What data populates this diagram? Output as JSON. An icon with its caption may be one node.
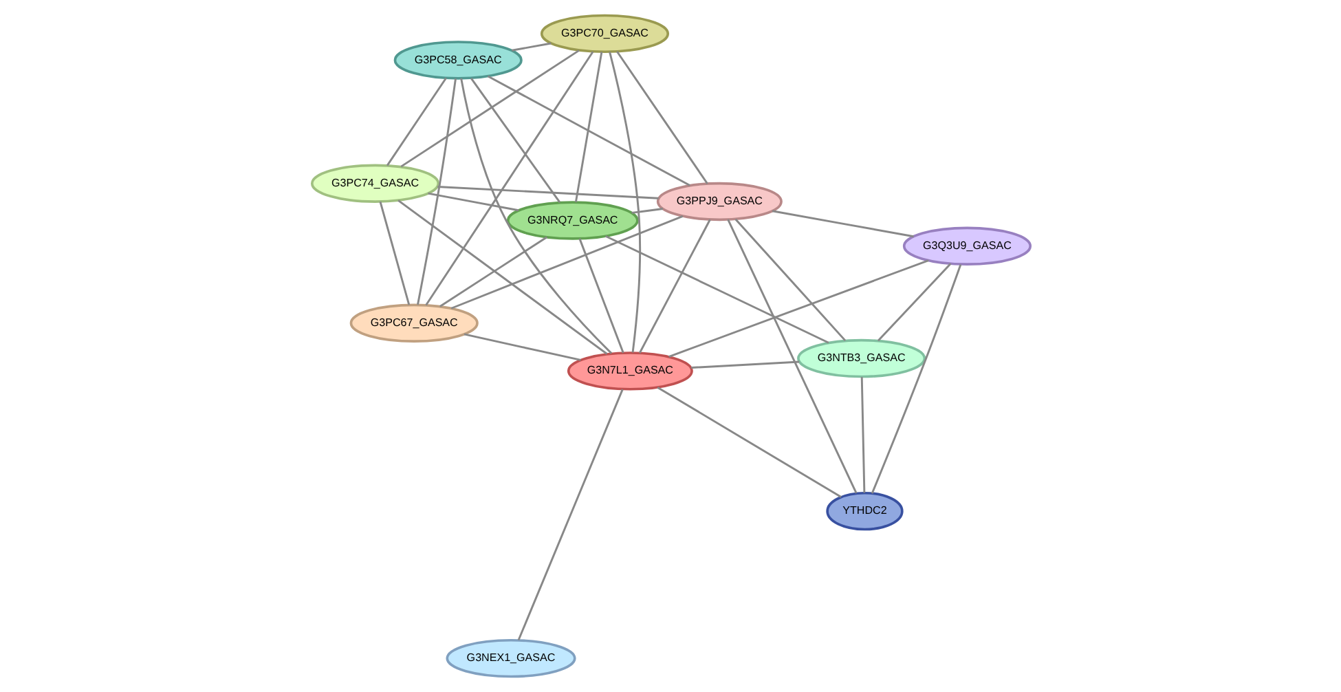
{
  "diagram": {
    "nodes": [
      {
        "text": [
          "G3PC74_GASAC"
        ]
      },
      {
        "text": [
          "G3PC70_GASAC"
        ]
      },
      {
        "text": [
          "G3PC67_GASAC"
        ]
      },
      {
        "text": [
          "G3PPJ9_GASAC"
        ]
      },
      {
        "text": [
          "G3NRQ7_GASAC"
        ]
      },
      {
        "text": [
          "G3PC58_GASAC"
        ]
      },
      {
        "text": [
          "G3N7L1_GASAC"
        ]
      },
      {
        "text": [
          "G3Q3U9_GASAC"
        ]
      },
      {
        "text": [
          "YTHDC2"
        ]
      },
      {
        "text": [
          "G3NTB3_GASAC"
        ]
      },
      {
        "text": [
          "G3NEX1_GASAC"
        ]
      }
    ],
    "edges": [
      {
        "from": 0,
        "to": 1,
        "arrow": "none"
      },
      {
        "from": 0,
        "to": 2,
        "arrow": "none"
      },
      {
        "from": 0,
        "to": 3,
        "arrow": "none"
      },
      {
        "from": 0,
        "to": 4,
        "arrow": "none"
      },
      {
        "from": 0,
        "to": 5,
        "arrow": "none"
      },
      {
        "from": 0,
        "to": 6,
        "arrow": "none"
      },
      {
        "from": 1,
        "to": 2,
        "arrow": "none"
      },
      {
        "from": 1,
        "to": 3,
        "arrow": "none"
      },
      {
        "from": 1,
        "to": 4,
        "arrow": "none"
      },
      {
        "from": 1,
        "to": 5,
        "arrow": "none"
      },
      {
        "from": 1,
        "to": 6,
        "arrow": "none"
      },
      {
        "from": 2,
        "to": 3,
        "arrow": "none"
      },
      {
        "from": 2,
        "to": 4,
        "arrow": "none"
      },
      {
        "from": 2,
        "to": 5,
        "arrow": "none"
      },
      {
        "from": 2,
        "to": 6,
        "arrow": "none"
      },
      {
        "from": 3,
        "to": 4,
        "arrow": "none"
      },
      {
        "from": 3,
        "to": 5,
        "arrow": "none"
      },
      {
        "from": 3,
        "to": 6,
        "arrow": "none"
      },
      {
        "from": 3,
        "to": 7,
        "arrow": "none"
      },
      {
        "from": 3,
        "to": 8,
        "arrow": "none"
      },
      {
        "from": 3,
        "to": 9,
        "arrow": "none"
      },
      {
        "from": 4,
        "to": 5,
        "arrow": "none"
      },
      {
        "from": 4,
        "to": 6,
        "arrow": "none"
      },
      {
        "from": 4,
        "to": 9,
        "arrow": "none"
      },
      {
        "from": 5,
        "to": 6,
        "arrow": "none"
      },
      {
        "from": 6,
        "to": 7,
        "arrow": "none"
      },
      {
        "from": 6,
        "to": 8,
        "arrow": "none"
      },
      {
        "from": 6,
        "to": 9,
        "arrow": "none"
      },
      {
        "from": 6,
        "to": 10,
        "arrow": "none"
      },
      {
        "from": 7,
        "to": 8,
        "arrow": "none"
      },
      {
        "from": 7,
        "to": 9,
        "arrow": "none"
      },
      {
        "from": 8,
        "to": 9,
        "arrow": "none"
      }
    ]
  }
}
